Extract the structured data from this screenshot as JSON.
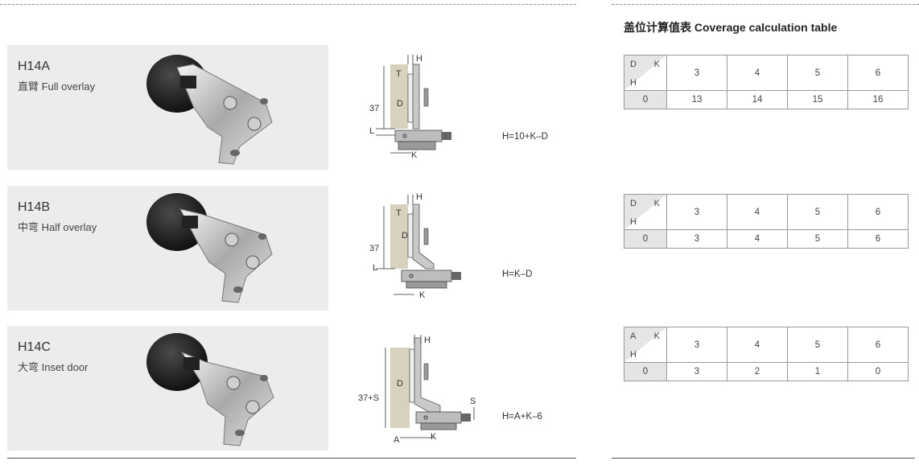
{
  "table_title": "盖位计算值表  Coverage calculation table",
  "rows": [
    {
      "model": "H14A",
      "description": "直臂 Full overlay",
      "diagram_labels": [
        "H",
        "T",
        "37",
        "D",
        "L",
        "K"
      ],
      "formula": "H=10+K–D",
      "table": {
        "corner": [
          "D",
          "K",
          "H"
        ],
        "headers": [
          "3",
          "4",
          "5",
          "6"
        ],
        "values": [
          "0",
          "13",
          "14",
          "15",
          "16"
        ]
      }
    },
    {
      "model": "H14B",
      "description": "中弯 Half overlay",
      "diagram_labels": [
        "H",
        "T",
        "37",
        "D",
        "L",
        "K"
      ],
      "formula": "H=K–D",
      "table": {
        "corner": [
          "D",
          "K",
          "H"
        ],
        "headers": [
          "3",
          "4",
          "5",
          "6"
        ],
        "values": [
          "0",
          "3",
          "4",
          "5",
          "6"
        ]
      }
    },
    {
      "model": "H14C",
      "description": "大弯 Inset door",
      "diagram_labels": [
        "H",
        "37+S",
        "D",
        "S",
        "A",
        "K"
      ],
      "formula": "H=A+K–6",
      "table": {
        "corner": [
          "A",
          "K",
          "H"
        ],
        "headers": [
          "3",
          "4",
          "5",
          "6"
        ],
        "values": [
          "0",
          "3",
          "2",
          "1",
          "0"
        ]
      }
    }
  ]
}
